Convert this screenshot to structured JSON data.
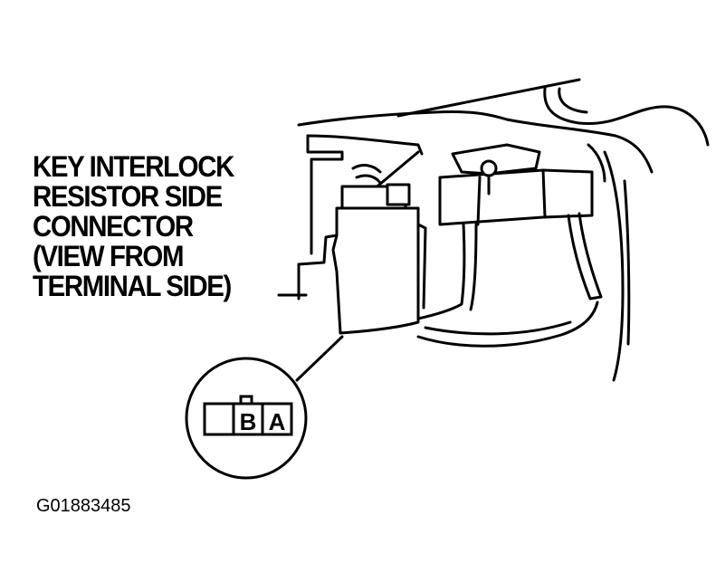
{
  "callout": {
    "lines": [
      "KEY INTERLOCK",
      "RESISTOR SIDE",
      "CONNECTOR",
      "(VIEW FROM",
      "TERMINAL SIDE)"
    ]
  },
  "terminals": {
    "b": "B",
    "a": "A"
  },
  "figure_id": "G01883485"
}
